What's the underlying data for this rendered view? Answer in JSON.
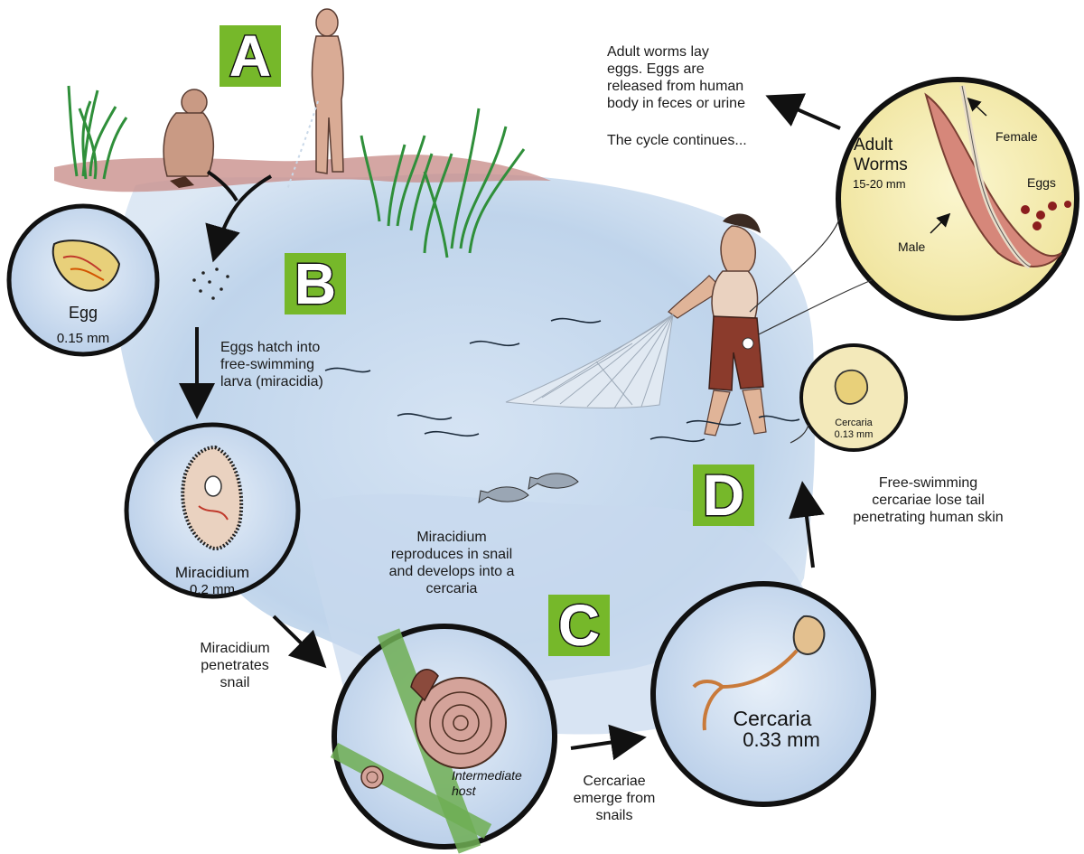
{
  "stages": {
    "a": {
      "badge": "A"
    },
    "b": {
      "badge": "B"
    },
    "c": {
      "badge": "C"
    },
    "d": {
      "badge": "D"
    }
  },
  "circles": {
    "egg": {
      "label": "Egg",
      "size": "0.15 mm"
    },
    "miracidium": {
      "label": "Miracidium",
      "size": "0.2 mm"
    },
    "snail": {
      "caption_line1": "Intermediate",
      "caption_line2": "host"
    },
    "cercaria_large": {
      "label": "Cercaria",
      "size": "0.33 mm"
    },
    "cercaria_small": {
      "label": "Cercaria",
      "size": "0.13 mm"
    },
    "adult_worms": {
      "label_line1": "Adult",
      "label_line2": "Worms",
      "size": "15-20 mm",
      "female": "Female",
      "male": "Male",
      "eggs": "Eggs"
    }
  },
  "captions": {
    "adult_lay_1": "Adult worms lay",
    "adult_lay_2": "eggs. Eggs are",
    "adult_lay_3": "released from human",
    "adult_lay_4": "body in feces or urine",
    "cycle": "The cycle continues...",
    "hatch_1": "Eggs hatch into",
    "hatch_2": "free-swimming",
    "hatch_3": "larva (miracidia)",
    "penetrates_1": "Miracidium",
    "penetrates_2": "penetrates",
    "penetrates_3": "snail",
    "reproduces_1": "Miracidium",
    "reproduces_2": "reproduces in snail",
    "reproduces_3": "and develops into a",
    "reproduces_4": "cercaria",
    "emerge_1": "Cercariae",
    "emerge_2": "emerge from",
    "emerge_3": "snails",
    "free_1": "Free-swimming",
    "free_2": "cercariae lose tail",
    "free_3": "penetrating  human skin"
  },
  "colors": {
    "water": "#b9cfe8",
    "shore": "#c9908c",
    "badge_green": "#76b82a",
    "circle_fill": "#d7e6f4",
    "adult_fill": "#f5ecb4",
    "reed": "#2f8f3a"
  }
}
